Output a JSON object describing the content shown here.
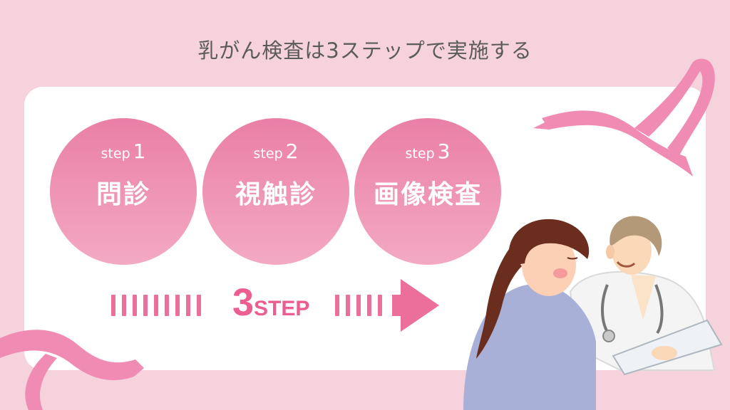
{
  "title": "乳がん検査は3ステップで実施する",
  "steps": [
    {
      "label": "step",
      "num": "1",
      "name": "問診"
    },
    {
      "label": "step",
      "num": "2",
      "name": "視触診"
    },
    {
      "label": "step",
      "num": "3",
      "name": "画像検査"
    }
  ],
  "flow": {
    "big": "3",
    "small": "STEP"
  },
  "colors": {
    "background": "#f6d3dc",
    "accent": "#ec6f9b",
    "ribbon": "#f08cb4"
  }
}
